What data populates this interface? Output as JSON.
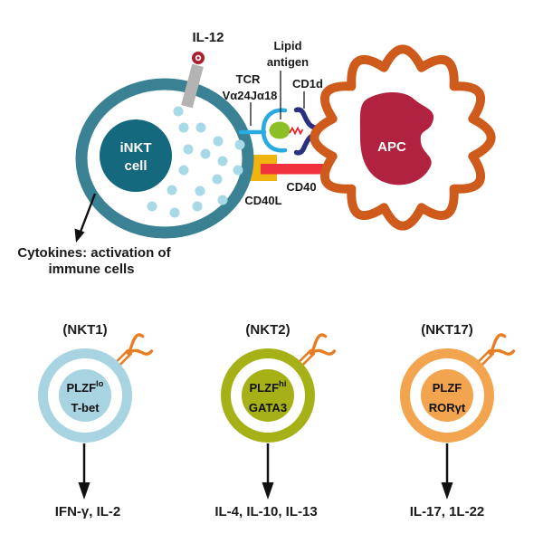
{
  "figure": {
    "description_visible_text_only": true,
    "top": {
      "il12": "IL-12",
      "tcr_line1": "TCR",
      "tcr_line2": "Vα24Jα18",
      "lipid_line1": "Lipid",
      "lipid_line2": "antigen",
      "cd1d": "CD1d",
      "cd40": "CD40",
      "cd40l": "CD40L",
      "inkt_line1": "iNKT",
      "inkt_line2": "cell",
      "apc": "APC",
      "cytokines_line1": "Cytokines: activation of",
      "cytokines_line2": "immune cells"
    }
  },
  "subsets": [
    {
      "title": "(NKT1)",
      "tf1_base": "PLZF",
      "tf1_sup": "lo",
      "tf2": "T-bet",
      "products": "IFN-γ, IL-2",
      "color": "#A8D4E2"
    },
    {
      "title": "(NKT2)",
      "tf1_base": "PLZF",
      "tf1_sup": "hi",
      "tf2": "GATA3",
      "products": "IL-4, IL-10, IL-13",
      "color": "#A6B117"
    },
    {
      "title": "(NKT17)",
      "tf1_base": "PLZF",
      "tf1_sup": "",
      "tf2": "RORγt",
      "products": "IL-17, 1L-22",
      "color": "#F2A44E"
    }
  ],
  "colors": {
    "inkt_membrane": "#3A8193",
    "inkt_nucleus": "#15697E",
    "cytokine_dot": "#A7D9E6",
    "il12_receptor_gray": "#B3B3B3",
    "il12_ligand_red": "#A8202E",
    "tcr_blue": "#29ABE2",
    "lipid_green": "#8CBF26",
    "cd1d_navy": "#2A2F7F",
    "zigzag_red": "#ED1C24",
    "cd40l_yellow": "#EFB410",
    "cd40_red": "#F0313E",
    "apc_membrane": "#CE5B1C",
    "apc_nucleus": "#B02240",
    "receptor_orange": "#E87E23",
    "text_black": "#1a1a1a"
  }
}
